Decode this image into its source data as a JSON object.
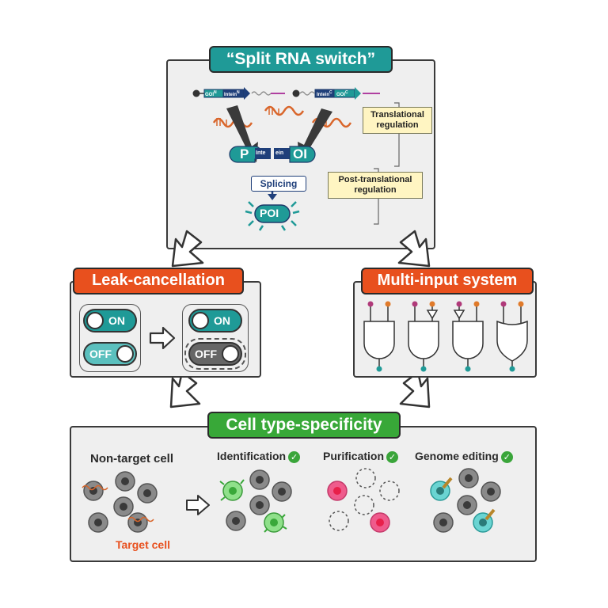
{
  "split_switch": {
    "title": "“Split RNA switch”",
    "gene_left_a": "GOI",
    "gene_left_a_sup": "N",
    "gene_left_b": "Intein",
    "gene_left_b_sup": "N",
    "gene_right_a": "Intein",
    "gene_right_a_sup": "C",
    "gene_right_b": "GOI",
    "gene_right_b_sup": "C",
    "poi_left": "P",
    "intein_left": "Inte",
    "intein_right": "ein",
    "poi_right": "OI",
    "splicing": "Splicing",
    "poi": "POI",
    "translational": "Translational regulation",
    "post_translational": "Post-translational regulation"
  },
  "leak": {
    "title": "Leak-cancellation",
    "on": "ON",
    "off": "OFF"
  },
  "multi": {
    "title": "Multi-input system"
  },
  "cell": {
    "title": "Cell type-specificity",
    "non_target": "Non-target cell",
    "target": "Target cell",
    "identification": "Identification",
    "purification": "Purification",
    "genome_editing": "Genome editing"
  },
  "colors": {
    "teal": "#1f9a97",
    "orange": "#e8501e",
    "green": "#38a838",
    "navy": "#1f3f7a",
    "cell_gray": "#7a7a7a",
    "pink": "#ef5b8c",
    "mrna": "#d9652a"
  }
}
